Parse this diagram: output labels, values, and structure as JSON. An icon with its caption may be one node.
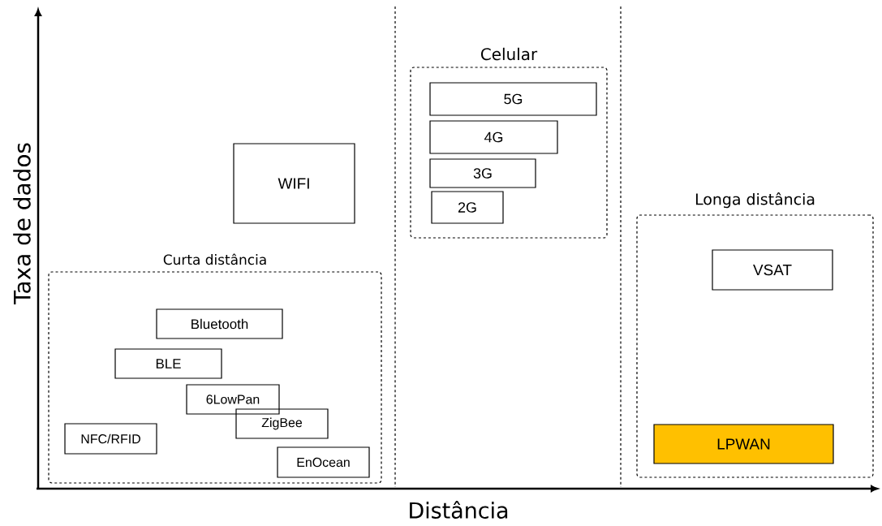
{
  "diagram": {
    "nodes": [
      {
        "text": [
          "Curta distância"
        ]
      },
      {
        "text": [
          "Bluetooth"
        ],
        "in": 0
      },
      {
        "text": [
          "BLE"
        ],
        "in": 0
      },
      {
        "text": [
          "6LowPan"
        ],
        "in": 0
      },
      {
        "text": [
          "ZigBee"
        ],
        "in": 0
      },
      {
        "text": [
          "NFC/RFID"
        ],
        "in": 0
      },
      {
        "text": [
          "EnOcean"
        ],
        "in": 0
      },
      {
        "text": [
          "WIFI"
        ]
      },
      {
        "text": [
          "Celular"
        ]
      },
      {
        "text": [
          "5G"
        ],
        "in": 8
      },
      {
        "text": [
          "4G"
        ],
        "in": 8
      },
      {
        "text": [
          "3G"
        ],
        "in": 8
      },
      {
        "text": [
          "2G"
        ],
        "in": 8
      },
      {
        "text": [
          "Longa distância"
        ]
      },
      {
        "text": [
          "VSAT"
        ],
        "in": 13
      },
      {
        "text": [
          "LPWAN"
        ],
        "in": 13
      }
    ],
    "labels": [
      "Taxa de dados",
      "Distância"
    ]
  }
}
